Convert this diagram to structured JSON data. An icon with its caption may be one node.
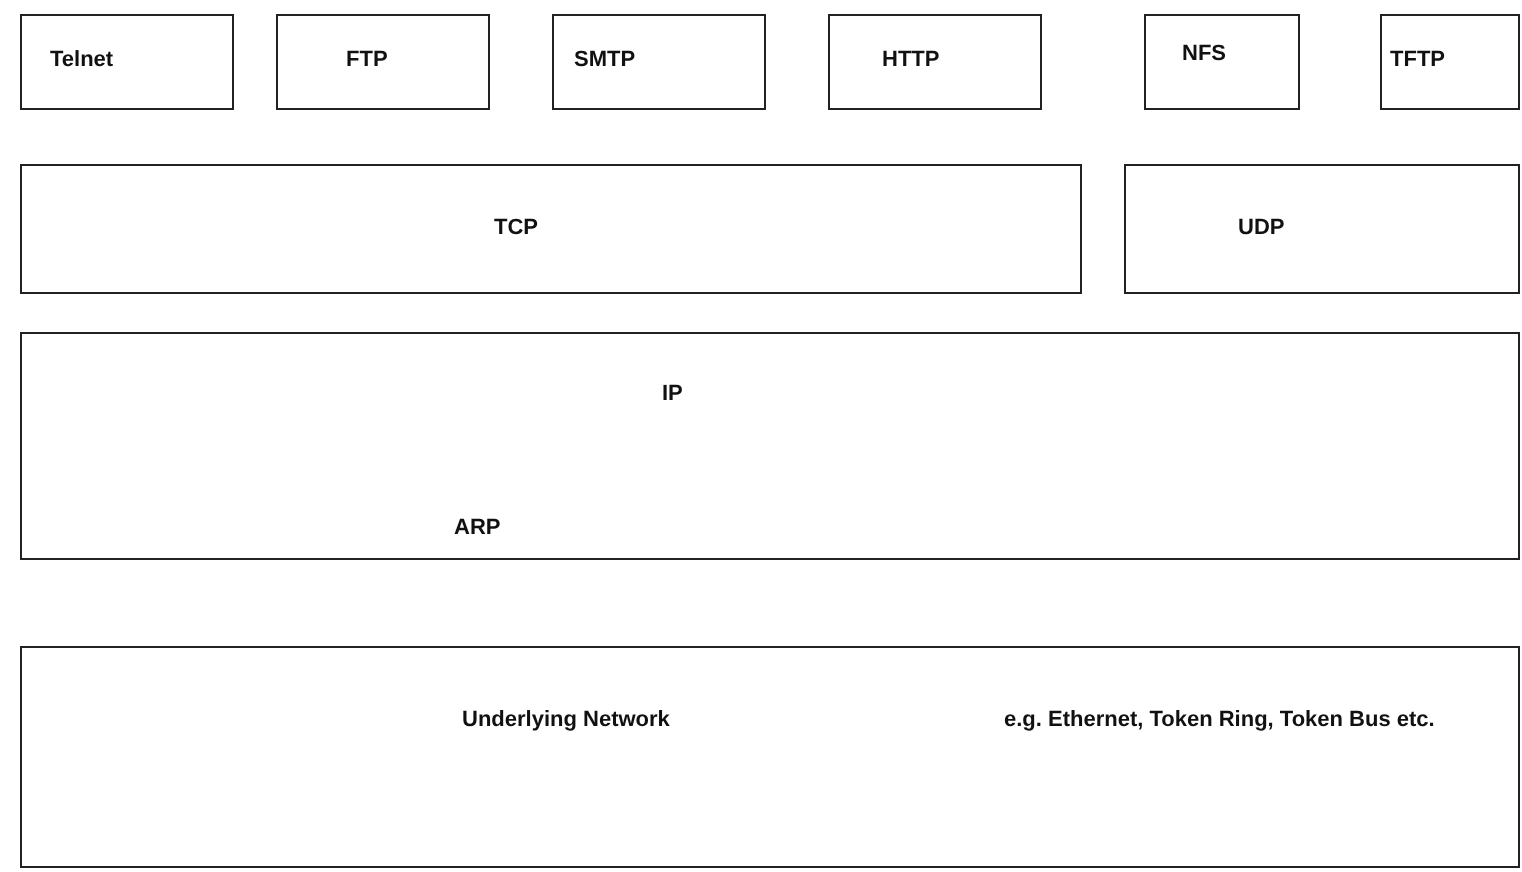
{
  "diagram": {
    "nodes": [
      {
        "text": [
          "Telnet"
        ]
      },
      {
        "text": [
          "FTP"
        ]
      },
      {
        "text": [
          "SMTP"
        ]
      },
      {
        "text": [
          "HTTP"
        ]
      },
      {
        "text": [
          "NFS"
        ]
      },
      {
        "text": [
          "TFTP"
        ]
      },
      {
        "text": [
          "TCP"
        ]
      },
      {
        "text": [
          "UDP"
        ]
      },
      {
        "text": [
          "IP",
          "ARP"
        ]
      },
      {
        "text": [
          "Underlying Network",
          "e.g. Ethernet, Token Ring, Token Bus etc."
        ]
      }
    ]
  }
}
